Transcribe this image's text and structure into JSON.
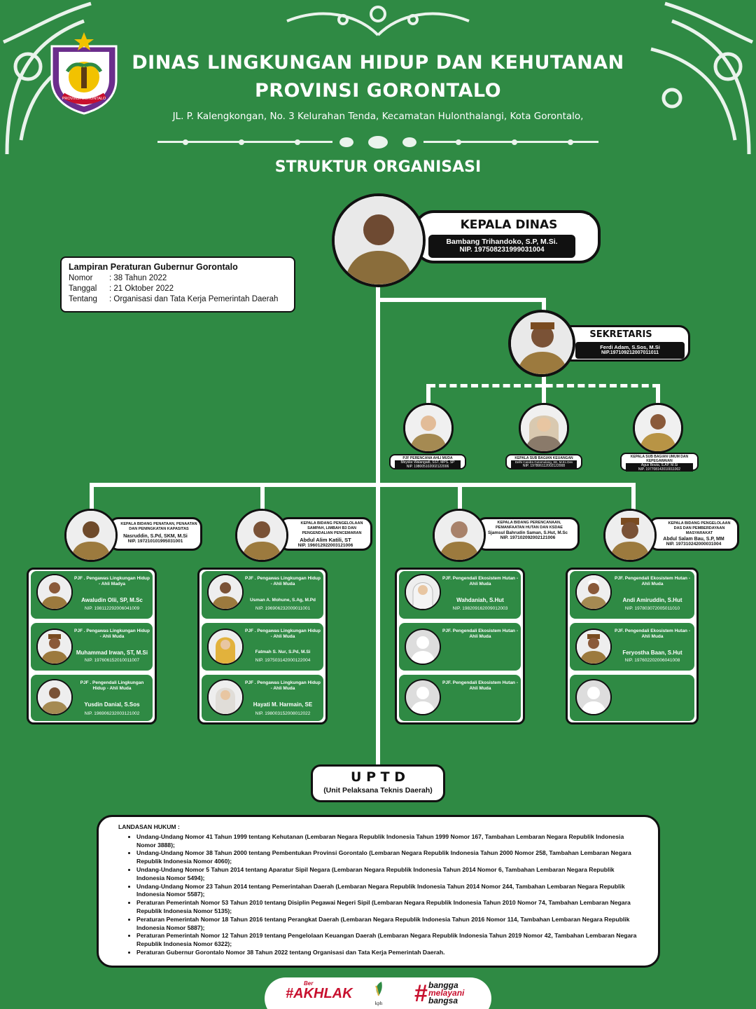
{
  "header": {
    "title_line1": "DINAS LINGKUNGAN HIDUP DAN KEHUTANAN",
    "title_line2": "PROVINSI GORONTALO",
    "address": "JL. P. Kalengkongan, No. 3 Kelurahan Tenda, Kecamatan Hulonthalangi, Kota Gorontalo,",
    "logo_text": "PROVINSI GORONTALO"
  },
  "structure_title": "STRUKTUR ORGANISASI",
  "lampiran": {
    "title": "Lampiran Peraturan Gubernur Gorontalo",
    "rows": [
      {
        "key": "Nomor",
        "value": ": 38 Tahun 2022"
      },
      {
        "key": "Tanggal",
        "value": ": 21 Oktober 2022"
      },
      {
        "key": "Tentang",
        "value": ": Organisasi dan Tata Kerja Pemerintah Daerah"
      }
    ]
  },
  "head": {
    "role": "KEPALA DINAS",
    "name": "Bambang Trihandoko, S.P, M.Si.",
    "nip": "NIP. 197508231999031004"
  },
  "secretary": {
    "role": "SEKRETARIS",
    "name": "Ferdi Adam, S.Sos, M.Si",
    "nip": "NIP.197109212007011011"
  },
  "sec_units": [
    {
      "role": "PJF PERENCANA AHLI MUDA",
      "name": "Meyske Walangadi, SST, MPS. SP",
      "nip": "NIP. 198005102002122006"
    },
    {
      "role": "KEPALA SUB BAGIAN KEUANGAN",
      "name": "Delhi Candra Gutomulang, SE, M.Ec.Dev",
      "nip": "NIP. 197806112002122008"
    },
    {
      "role": "KEPALA SUB BAGIAN UMUM DAN KEPEGAWAIAN",
      "name": "Agus Bouta, S.AP, M.Si",
      "nip": "NIP. 197708142010011002"
    }
  ],
  "divisions": [
    {
      "role": "KEPALA BIDANG PENATAAN, PENAATAN DAN PENINGKATAN KAPASITAS",
      "name": "Nasruddin, S.Pd, SKM, M.Si",
      "nip": "NIP. 197210101995031001",
      "staff": [
        {
          "title": "PJF . Pengawas Lingkungan Hidup - Ahli Madya",
          "name": "Awaludin Olii, SP, M.Sc",
          "nip": "NIP. 198112292006041009"
        },
        {
          "title": "PJF . Pengawas Lingkungan Hidup - Ahli Muda",
          "name": "Muhammad Irwan, ST, M.Si",
          "nip": "NIP. 197606152010011007"
        },
        {
          "title": "PJF . Pengendali Lingkungan Hidup - Ahli Muda",
          "name": "Yusdin Danial, S.Sos",
          "nip": "NIP. 196906232003121002"
        }
      ]
    },
    {
      "role": "KEPALA BIDANG PENGELOLAAN SAMPAH, LIMBAH B3 DAN PENGENDALIAN PENCEMARAN",
      "name": "Abdul Alim Katili, ST",
      "nip": "NIP. 196012922003121006",
      "staff": [
        {
          "title": "PJF . Pengawas Lingkungan Hidup - Ahli Muda",
          "name": "Usman A. Mohune, S.Ag, M.Pd",
          "nip": "NIP. 196906232009011001"
        },
        {
          "title": "PJF . Pengawas Lingkungan Hidup - Ahli Muda",
          "name": "Fatmah S. Nur, S.Pd, M.Si",
          "nip": "NIP. 197503142000122004"
        },
        {
          "title": "PJF . Pengawas Lingkungan Hidup - Ahli Muda",
          "name": "Hayati M. Harmain, SE",
          "nip": "NIP. 198003152008012022"
        }
      ]
    },
    {
      "role": "KEPALA BIDANG PERENCANAAN, PEMANFAATAN HUTAN DAN KSDAE",
      "name": "Sjamsul Bahrudin Saman, S.Hut, M.Sc",
      "nip": "NIP. 197102092002121006",
      "staff": [
        {
          "title": "PJF. Pengendali Ekosistem Hutan - Ahli Muda",
          "name": "Wahdaniah, S.Hut",
          "nip": "NIP. 198209162009012003"
        },
        {
          "title": "PJF. Pengendali Ekosistem Hutan - Ahli Muda",
          "name": "",
          "nip": ""
        },
        {
          "title": "PJF. Pengendali Ekosistem Hutan - Ahli Muda",
          "name": "",
          "nip": ""
        }
      ]
    },
    {
      "role": "KEPALA BIDANG PENGELOLAAN DAS DAN PEMBERDAYAAN MASYARAKAT",
      "name": "Abdul Salam Bau, S.P, MM",
      "nip": "NIP. 197310242000031004",
      "staff": [
        {
          "title": "PJF. Pengendali Ekosistem Hutan - Ahli Muda",
          "name": "Andi Amiruddin, S.Hut",
          "nip": "NIP. 197803072005011010"
        },
        {
          "title": "PJF. Pengendali Ekosistem Hutan - Ahli Muda",
          "name": "Feryostha Baan, S.Hut",
          "nip": "NIP. 197602202006041008"
        },
        {
          "title": "",
          "name": "",
          "nip": ""
        }
      ]
    }
  ],
  "uptd": {
    "title": "U P T D",
    "subtitle": "(Unit Pelaksana Teknis Daerah)"
  },
  "legal": {
    "heading": "LANDASAN HUKUM :",
    "items": [
      "Undang-Undang Nomor 41 Tahun 1999 tentang Kehutanan (Lembaran Negara Republik Indonesia Tahun 1999 Nomor 167, Tambahan Lembaran Negara Republik Indonesia Nomor 3888);",
      "Undang-Undang Nomor 38 Tahun 2000 tentang Pembentukan Provinsi Gorontalo (Lembaran Negara Republik Indonesia Tahun 2000 Nomor 258, Tambahan Lembaran Negara Republik Indonesia Nomor 4060);",
      "Undang-Undang Nomor 5 Tahun 2014 tentang Aparatur Sipil Negara (Lembaran Negara Republik Indonesia Tahun 2014 Nomor 6, Tambahan Lembaran Negara Republik Indonesia Nomor 5494);",
      "Undang-Undang Nomor 23 Tahun 2014 tentang Pemerintahan Daerah (Lembaran Negara Republik Indonesia Tahun 2014 Nomor 244, Tambahan Lembaran Negara Republik Indonesia Nomor 5587);",
      "Peraturan Pemerintah Nomor 53 Tahun 2010 tentang Disiplin Pegawai Negeri Sipil (Lembaran Negara Republik Indonesia Tahun 2010 Nomor 74, Tambahan Lembaran Negara Republik Indonesia Nomor 5135);",
      "Peraturan Pemerintah Nomor 18 Tahun 2016 tentang Perangkat Daerah (Lembaran Negara Republik Indonesia Tahun 2016 Nomor 114, Tambahan Lembaran Negara Republik Indonesia Nomor 5887);",
      "Peraturan Pemerintah Nomor 12 Tahun 2019 tentang Pengelolaan Keuangan Daerah (Lembaran Negara Republik Indonesia Tahun 2019 Nomor 42, Tambahan Lembaran Negara Republik Indonesia Nomor 6322);",
      "Peraturan Gubernur Gorontalo Nomor 38 Tahun 2022 tentang Organisasi dan Tata Kerja Pemerintah Daerah."
    ]
  },
  "footer": {
    "akhlak": "#AKHLAK",
    "akhlak_prefix": "Ber",
    "kph": "kph",
    "bangga": [
      "bangga",
      "melayani",
      "bangsa"
    ]
  },
  "colors": {
    "background": "#2f8a44",
    "dark": "#111111",
    "accent_red": "#c8102e",
    "logo_purple": "#6b2d8c"
  }
}
